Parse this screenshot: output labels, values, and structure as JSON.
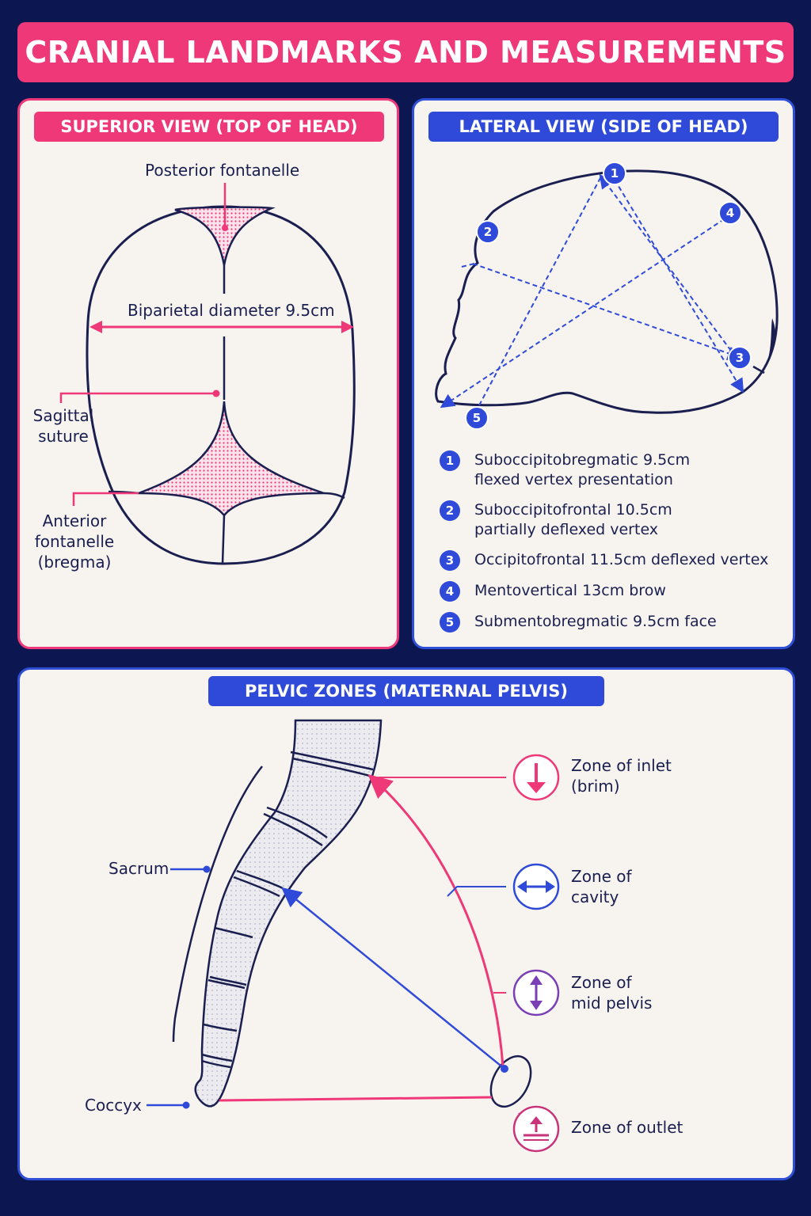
{
  "title": "CRANIAL LANDMARKS AND MEASUREMENTS",
  "colors": {
    "pink": "#ee3877",
    "blue": "#2f4ad8",
    "navy": "#0c1650",
    "purple": "#7b3fb5",
    "panel": "#f7f4ef"
  },
  "superior": {
    "header": "SUPERIOR VIEW (TOP OF HEAD)",
    "posterior_fontanelle": "Posterior fontanelle",
    "biparietal": "Biparietal diameter 9.5cm",
    "sagittal_suture": "Sagittal\nsuture",
    "anterior_fontanelle": "Anterior\nfontanelle\n(bregma)"
  },
  "lateral": {
    "header": "LATERAL VIEW (SIDE OF HEAD)",
    "markers": [
      "1",
      "2",
      "3",
      "4",
      "5"
    ],
    "legend": [
      {
        "num": "1",
        "text": "Suboccipitobregmatic 9.5cm\nflexed vertex presentation"
      },
      {
        "num": "2",
        "text": "Suboccipitofrontal 10.5cm\npartially deflexed vertex"
      },
      {
        "num": "3",
        "text": "Occipitofrontal 11.5cm deflexed vertex"
      },
      {
        "num": "4",
        "text": "Mentovertical 13cm brow"
      },
      {
        "num": "5",
        "text": "Submentobregmatic 9.5cm face"
      }
    ]
  },
  "pelvic": {
    "header": "PELVIC ZONES (MATERNAL PELVIS)",
    "sacrum": "Sacrum",
    "coccyx": "Coccyx",
    "zones": [
      {
        "label": "Zone of inlet\n(brim)",
        "icon": "arrow-down-icon",
        "color": "#ee3877"
      },
      {
        "label": "Zone of\ncavity",
        "icon": "arrow-left-right-icon",
        "color": "#2f4ad8"
      },
      {
        "label": "Zone of\nmid pelvis",
        "icon": "arrow-up-down-icon",
        "color": "#7b3fb5"
      },
      {
        "label": "Zone of outlet",
        "icon": "arrow-up-line-icon",
        "color": "#c8337a"
      }
    ]
  }
}
